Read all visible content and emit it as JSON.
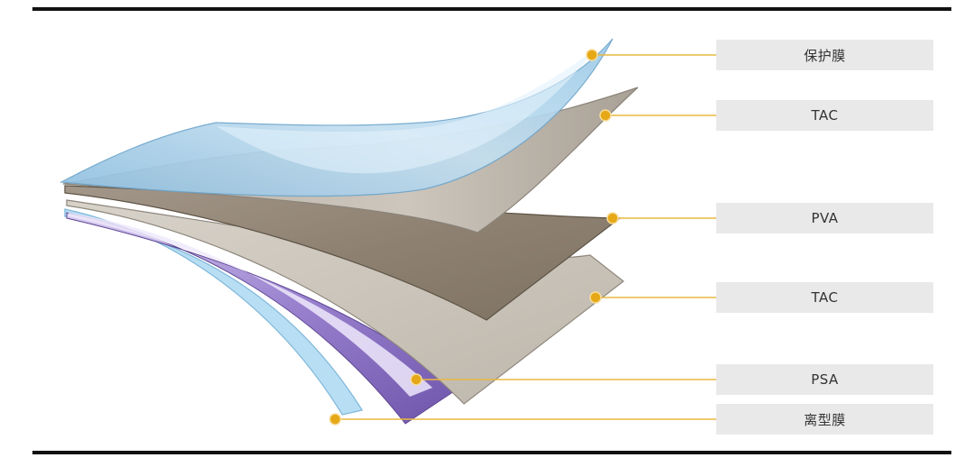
{
  "layers": [
    {
      "label": "保护膜"
    },
    {
      "label": "TAC"
    },
    {
      "label": "PVA"
    },
    {
      "label": "TAC"
    },
    {
      "label": "PSA"
    },
    {
      "label": "离型膜"
    }
  ],
  "colors": {
    "leader_line": "#e8b840",
    "dot": "#e6a817",
    "protective_film": "#a9d3ec",
    "tac": "#c9c2b8",
    "pva": "#8f8272",
    "psa": "#8a70c2",
    "release_film": "#a8d8ef"
  }
}
